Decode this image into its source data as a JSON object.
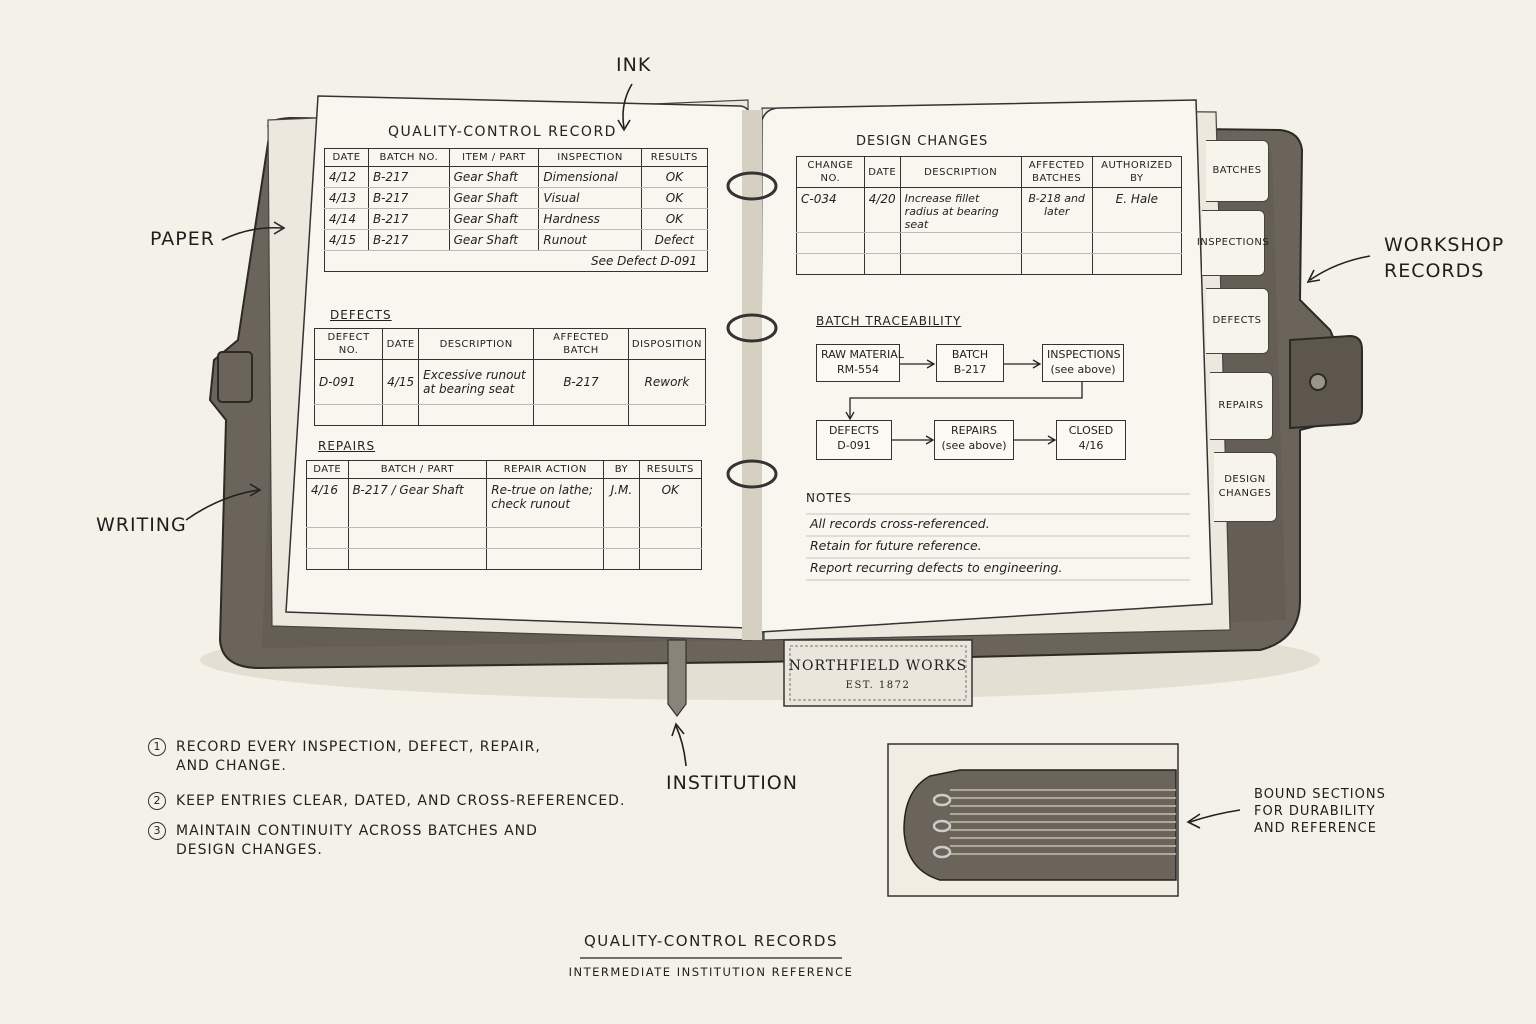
{
  "callouts": {
    "ink": "INK",
    "paper": "PAPER",
    "writing": "WRITING",
    "workshop_records": "WORKSHOP\nRECORDS",
    "institution": "INSTITUTION",
    "bound_sections": "BOUND SECTIONS\nFOR DURABILITY\nAND REFERENCE"
  },
  "left_page": {
    "title": "QUALITY-CONTROL RECORD",
    "qc_table": {
      "headers": [
        "DATE",
        "BATCH NO.",
        "ITEM / PART",
        "INSPECTION",
        "RESULTS"
      ],
      "rows": [
        [
          "4/12",
          "B-217",
          "Gear Shaft",
          "Dimensional",
          "OK"
        ],
        [
          "4/13",
          "B-217",
          "Gear Shaft",
          "Visual",
          "OK"
        ],
        [
          "4/14",
          "B-217",
          "Gear Shaft",
          "Hardness",
          "OK"
        ],
        [
          "4/15",
          "B-217",
          "Gear Shaft",
          "Runout",
          "Defect"
        ]
      ],
      "note": "See Defect D-091"
    },
    "defects": {
      "title": "DEFECTS",
      "headers": [
        "DEFECT NO.",
        "DATE",
        "DESCRIPTION",
        "AFFECTED BATCH",
        "DISPOSITION"
      ],
      "rows": [
        [
          "D-091",
          "4/15",
          "Excessive runout at bearing seat",
          "B-217",
          "Rework"
        ]
      ]
    },
    "repairs": {
      "title": "REPAIRS",
      "headers": [
        "DATE",
        "BATCH / PART",
        "REPAIR ACTION",
        "BY",
        "RESULTS"
      ],
      "rows": [
        [
          "4/16",
          "B-217 / Gear Shaft",
          "Re-true on lathe; check runout",
          "J.M.",
          "OK"
        ]
      ]
    }
  },
  "right_page": {
    "design_changes": {
      "title": "DESIGN CHANGES",
      "headers": [
        "CHANGE NO.",
        "DATE",
        "DESCRIPTION",
        "AFFECTED BATCHES",
        "AUTHORIZED BY"
      ],
      "rows": [
        [
          "C-034",
          "4/20",
          "Increase fillet radius at bearing seat",
          "B-218 and later",
          "E. Hale"
        ]
      ]
    },
    "traceability": {
      "title": "BATCH TRACEABILITY",
      "boxes": {
        "raw": "RAW MATERIAL\nRM-554",
        "batch": "BATCH\nB-217",
        "inspections": "INSPECTIONS\n(see above)",
        "defects": "DEFECTS\nD-091",
        "repairs": "REPAIRS\n(see above)",
        "closed": "CLOSED\n4/16"
      }
    },
    "notes": {
      "title": "NOTES",
      "lines": [
        "All records cross-referenced.",
        "Retain for future reference.",
        "Report recurring defects to engineering."
      ]
    }
  },
  "tabs": [
    "BATCHES",
    "INSPECTIONS",
    "DEFECTS",
    "REPAIRS",
    "DESIGN\nCHANGES"
  ],
  "label_plate": {
    "name": "NORTHFIELD WORKS",
    "est": "EST. 1872"
  },
  "steps": [
    {
      "num": "1",
      "text": "RECORD EVERY INSPECTION, DEFECT, REPAIR,\nAND CHANGE."
    },
    {
      "num": "2",
      "text": "KEEP ENTRIES CLEAR, DATED, AND CROSS-REFERENCED."
    },
    {
      "num": "3",
      "text": "MAINTAIN CONTINUITY ACROSS BATCHES AND\nDESIGN CHANGES."
    }
  ],
  "footer": {
    "title": "QUALITY-CONTROL RECORDS",
    "subtitle": "INTERMEDIATE INSTITUTION REFERENCE"
  },
  "colors": {
    "background": "#f4f1e8",
    "leather": "#5a544b",
    "paper": "#f8f6ef",
    "ink": "#222222"
  }
}
